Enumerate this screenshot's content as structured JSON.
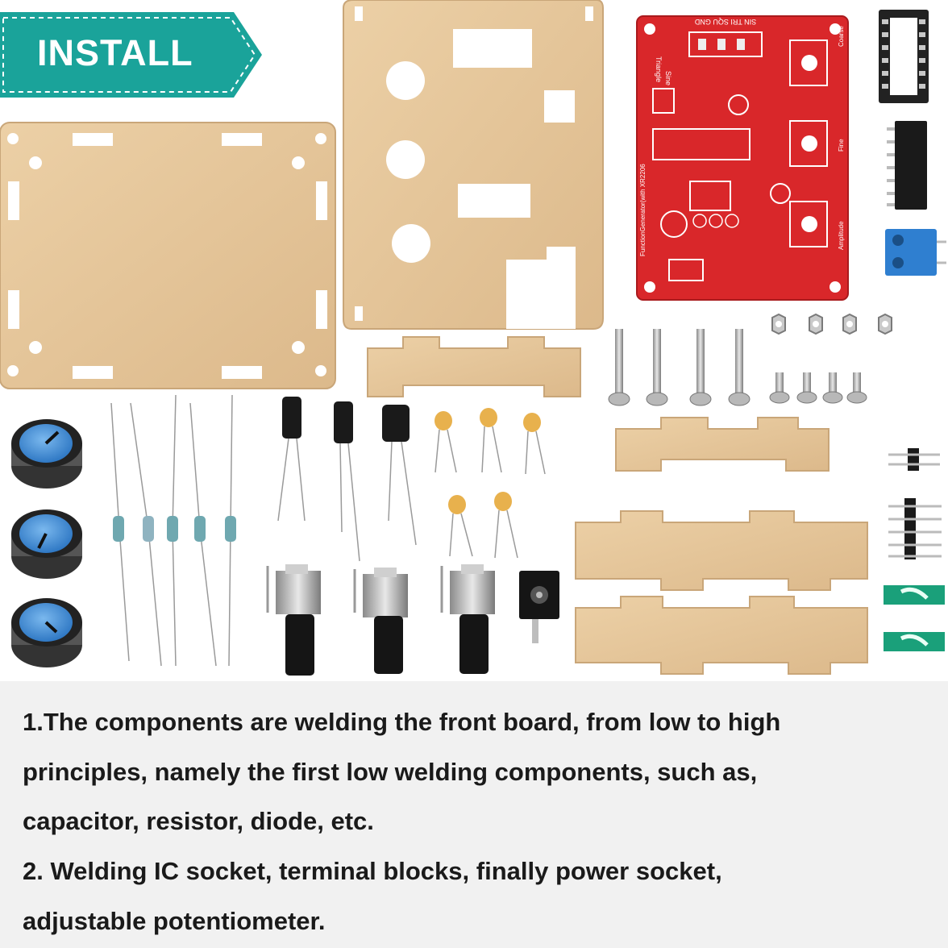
{
  "banner": {
    "label": "INSTALL",
    "color": "#1aa39a"
  },
  "pcb_silkscreen": {
    "top": "SIN TRI SQU GND",
    "side_left": "FunctionGenerator(with XR2206",
    "wave_labels": [
      "Sine",
      "Triangle"
    ],
    "right_labels": [
      "Coarse",
      "Fine",
      "Amplitude"
    ]
  },
  "colors": {
    "pcb": "#d9272a",
    "acrylic": "#e6c59a",
    "knob": "#3f8fd6",
    "terminal": "#2f7fd0",
    "caption_bg": "#f1f1f1"
  },
  "instructions": {
    "line1": "1.The components are welding the front board, from low to high",
    "line2": "principles, namely the first low welding components, such as,",
    "line3": "capacitor, resistor, diode, etc.",
    "line4": "2. Welding IC socket, terminal blocks, finally power socket,",
    "line5": "adjustable potentiometer."
  }
}
